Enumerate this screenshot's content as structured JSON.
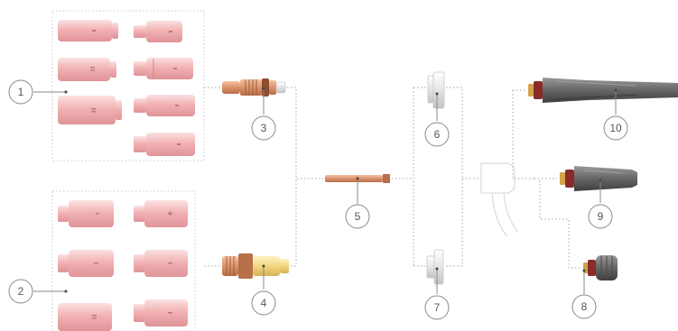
{
  "callouts": {
    "c1": "1",
    "c2": "2",
    "c3": "3",
    "c4": "4",
    "c5": "5",
    "c6": "6",
    "c7": "7",
    "c8": "8",
    "c9": "9",
    "c10": "10"
  },
  "colors": {
    "nozzle": "#f2b2b4",
    "nozzle_dark": "#e39a9e",
    "copper": "#d9936b",
    "brass": "#f2d77f",
    "cap": "#707070",
    "line": "#9a9a9a"
  }
}
